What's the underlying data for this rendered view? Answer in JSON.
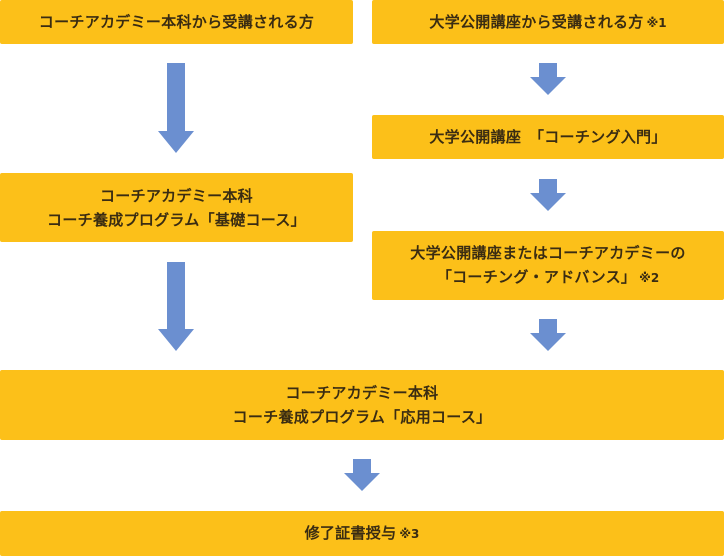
{
  "colors": {
    "box": "#fcc019",
    "arrow": "#6b8fd0",
    "text": "#3a2c12"
  },
  "left_header": {
    "text": "コーチアカデミー本科から受講される方",
    "note": ""
  },
  "right_header": {
    "text": "大学公開講座から受講される方",
    "note": "※1"
  },
  "intro_course": {
    "text": "大学公開講座　「コーチング入門」"
  },
  "basic_course": {
    "line1": "コーチアカデミー本科",
    "line2": "コーチ養成プログラム「基礎コース」"
  },
  "advanced_course": {
    "line1": "大学公開講座またはコーチアカデミーの",
    "line2": "「コーチング・アドバンス」",
    "note": "※2"
  },
  "applied_course": {
    "line1": "コーチアカデミー本科",
    "line2": "コーチ養成プログラム「応用コース」"
  },
  "certificate": {
    "text": "修了証書授与",
    "note": "※3"
  }
}
